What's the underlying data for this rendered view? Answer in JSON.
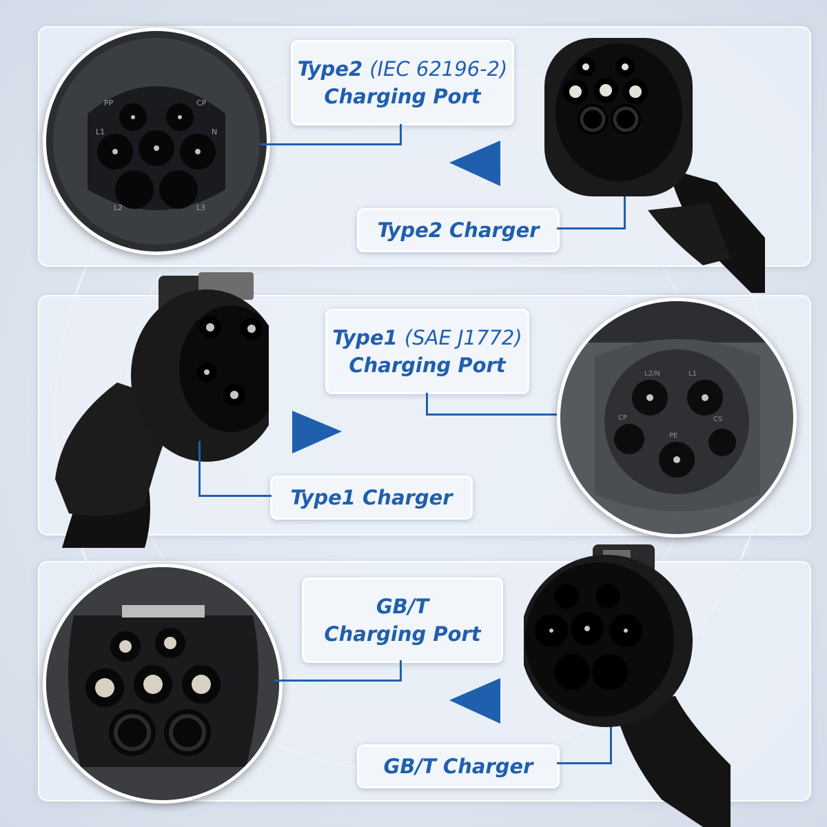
{
  "colors": {
    "accent": "#1f5fae",
    "panel": "#eef2f8",
    "plug": "#161616"
  },
  "sections": [
    {
      "port": {
        "name": "Type2",
        "standard": "(IEC 62196-2)",
        "line2": "Charging Port",
        "pins": [
          "PP",
          "CP",
          "L1",
          "N",
          "L2",
          "L3"
        ]
      },
      "charger": {
        "label": "Type2 Charger"
      },
      "arrow": "left-arrow"
    },
    {
      "port": {
        "name": "Type1",
        "standard": "(SAE J1772)",
        "line2": "Charging Port",
        "pins": [
          "L2/N",
          "L1",
          "CP",
          "PE",
          "CS"
        ]
      },
      "charger": {
        "label": "Type1 Charger"
      },
      "arrow": "right-arrow"
    },
    {
      "port": {
        "line1": "GB/T",
        "line2": "Charging Port"
      },
      "charger": {
        "label": "GB/T Charger"
      },
      "arrow": "left-arrow"
    }
  ]
}
